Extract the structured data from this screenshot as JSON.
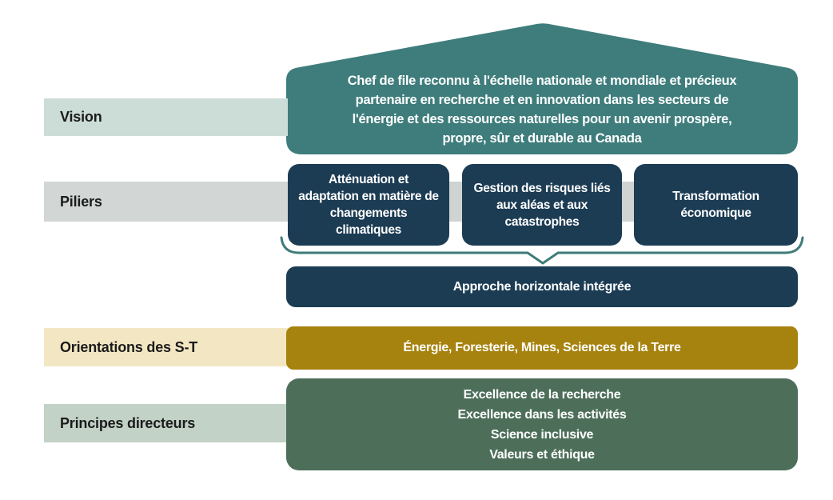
{
  "colors": {
    "teal_pennant": "#3E7D7C",
    "navy_box": "#1C3C54",
    "gold_box": "#A6820E",
    "green_box": "#4D6F5A",
    "vision_bar_bg": "#CCDCD7",
    "piliers_bar_bg": "#D2D6D5",
    "orientations_bar_bg": "#F3E7C3",
    "principes_bar_bg": "#C2D2C6",
    "connector_bg": "#CFD4D3",
    "brace_stroke": "#3E7C7A",
    "dark_text": "#1B1B1B",
    "light_text": "#FFFFFF"
  },
  "rows": {
    "vision": {
      "label": "Vision",
      "statement": "Chef de file reconnu à l'échelle nationale et mondiale et précieux partenaire en recherche et en innovation dans les secteurs de l'énergie et des ressources naturelles pour un avenir prospère, propre, sûr et durable au Canada",
      "statement_lines": [
        "Chef de file reconnu à l'échelle nationale et mondiale et précieux",
        "partenaire en recherche et en innovation dans les secteurs de",
        "l'énergie et des ressources naturelles pour un avenir prospère,",
        "propre, sûr et durable au Canada"
      ]
    },
    "piliers": {
      "label": "Piliers",
      "pillars": [
        "Atténuation et adaptation en matière de changements climatiques",
        "Gestion des risques liés aux aléas et aux catastrophes",
        "Transformation économique"
      ],
      "integration": "Approche horizontale intégrée"
    },
    "orientations": {
      "label": "Orientations des S-T",
      "value": "Énergie, Foresterie, Mines, Sciences de la Terre"
    },
    "principes": {
      "label": "Principes directeurs",
      "values": [
        "Excellence de la recherche",
        "Excellence dans les activités",
        "Science inclusive",
        "Valeurs et éthique"
      ]
    }
  }
}
